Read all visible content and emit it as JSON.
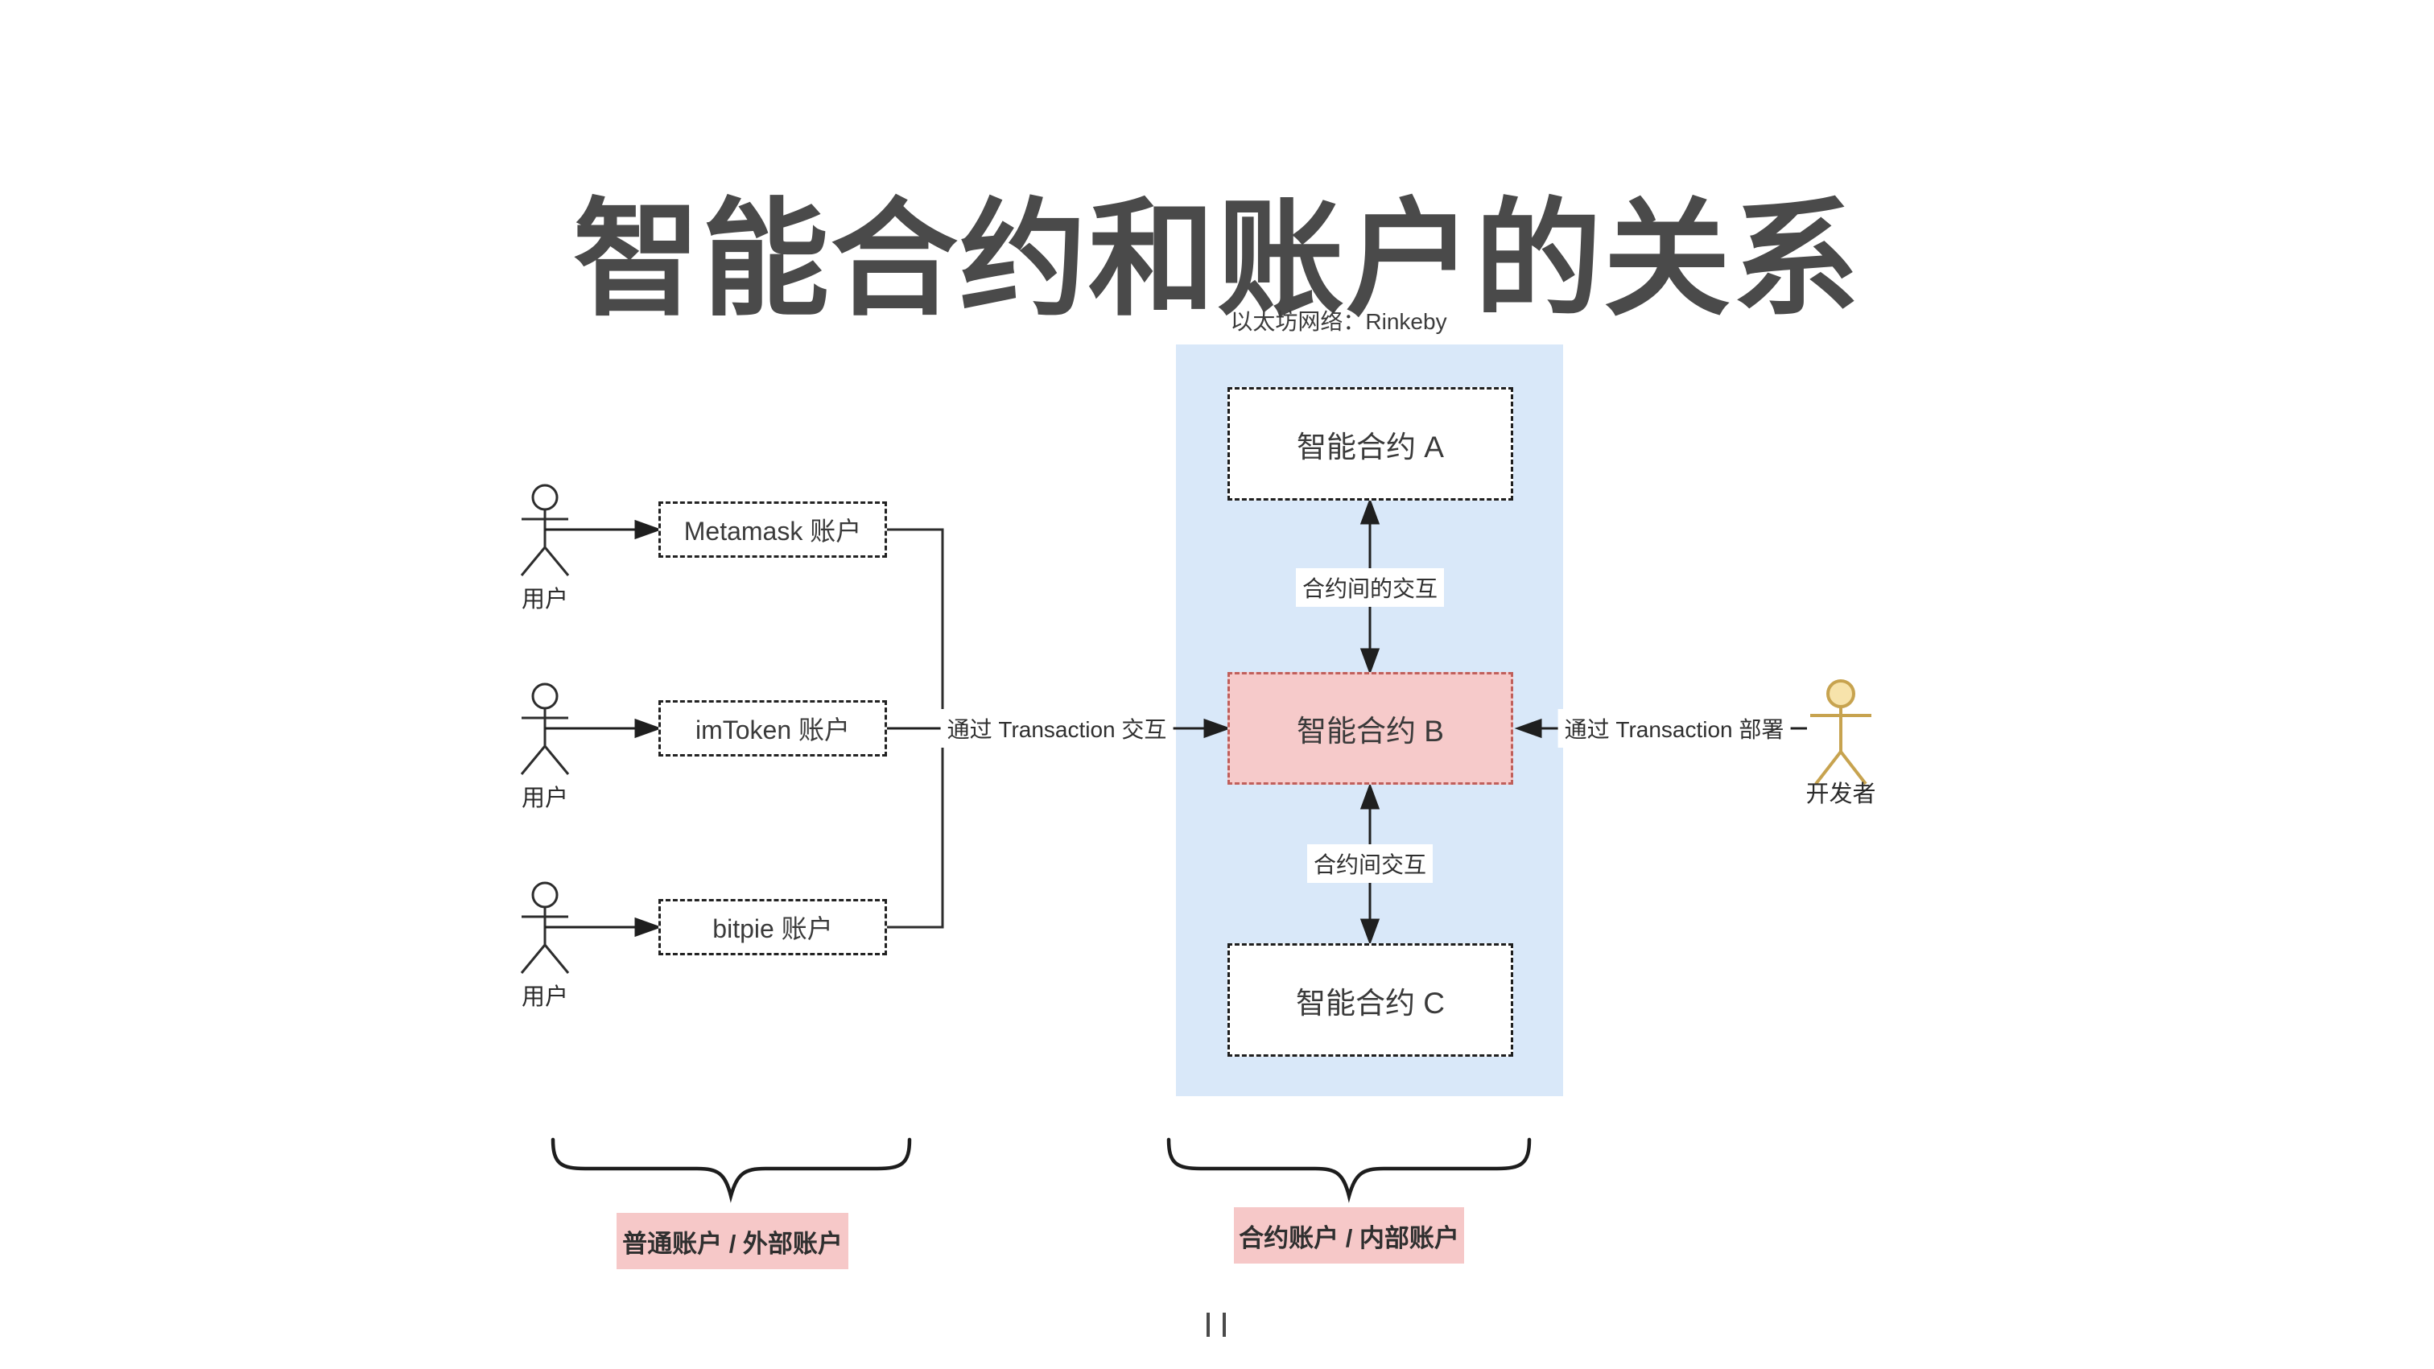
{
  "title": "智能合约和账户的关系",
  "ethereum": {
    "network_label": "以太坊网络：Rinkeby"
  },
  "users": [
    {
      "label": "用户",
      "account": "Metamask 账户"
    },
    {
      "label": "用户",
      "account": "imToken 账户"
    },
    {
      "label": "用户",
      "account": "bitpie 账户"
    }
  ],
  "contracts": {
    "a": "智能合约 A",
    "b": "智能合约 B",
    "c": "智能合约 C"
  },
  "edges": {
    "user_interact": "通过 Transaction 交互",
    "dev_deploy": "通过 Transaction 部署",
    "ab": "合约间的交互",
    "bc": "合约间交互"
  },
  "developer": {
    "label": "开发者"
  },
  "footer": {
    "left": "普通账户 / 外部账户",
    "right": "合约账户 / 内部账户"
  },
  "colors": {
    "title_color": "#4a4a4a",
    "blue_region": "#d9e8f9",
    "contract_b_fill": "#f6caca",
    "contract_b_border": "#c05f5b",
    "footer_bg": "#f6c8c8",
    "line": "#2d2d2d",
    "developer_gold": "#c7a34f"
  }
}
